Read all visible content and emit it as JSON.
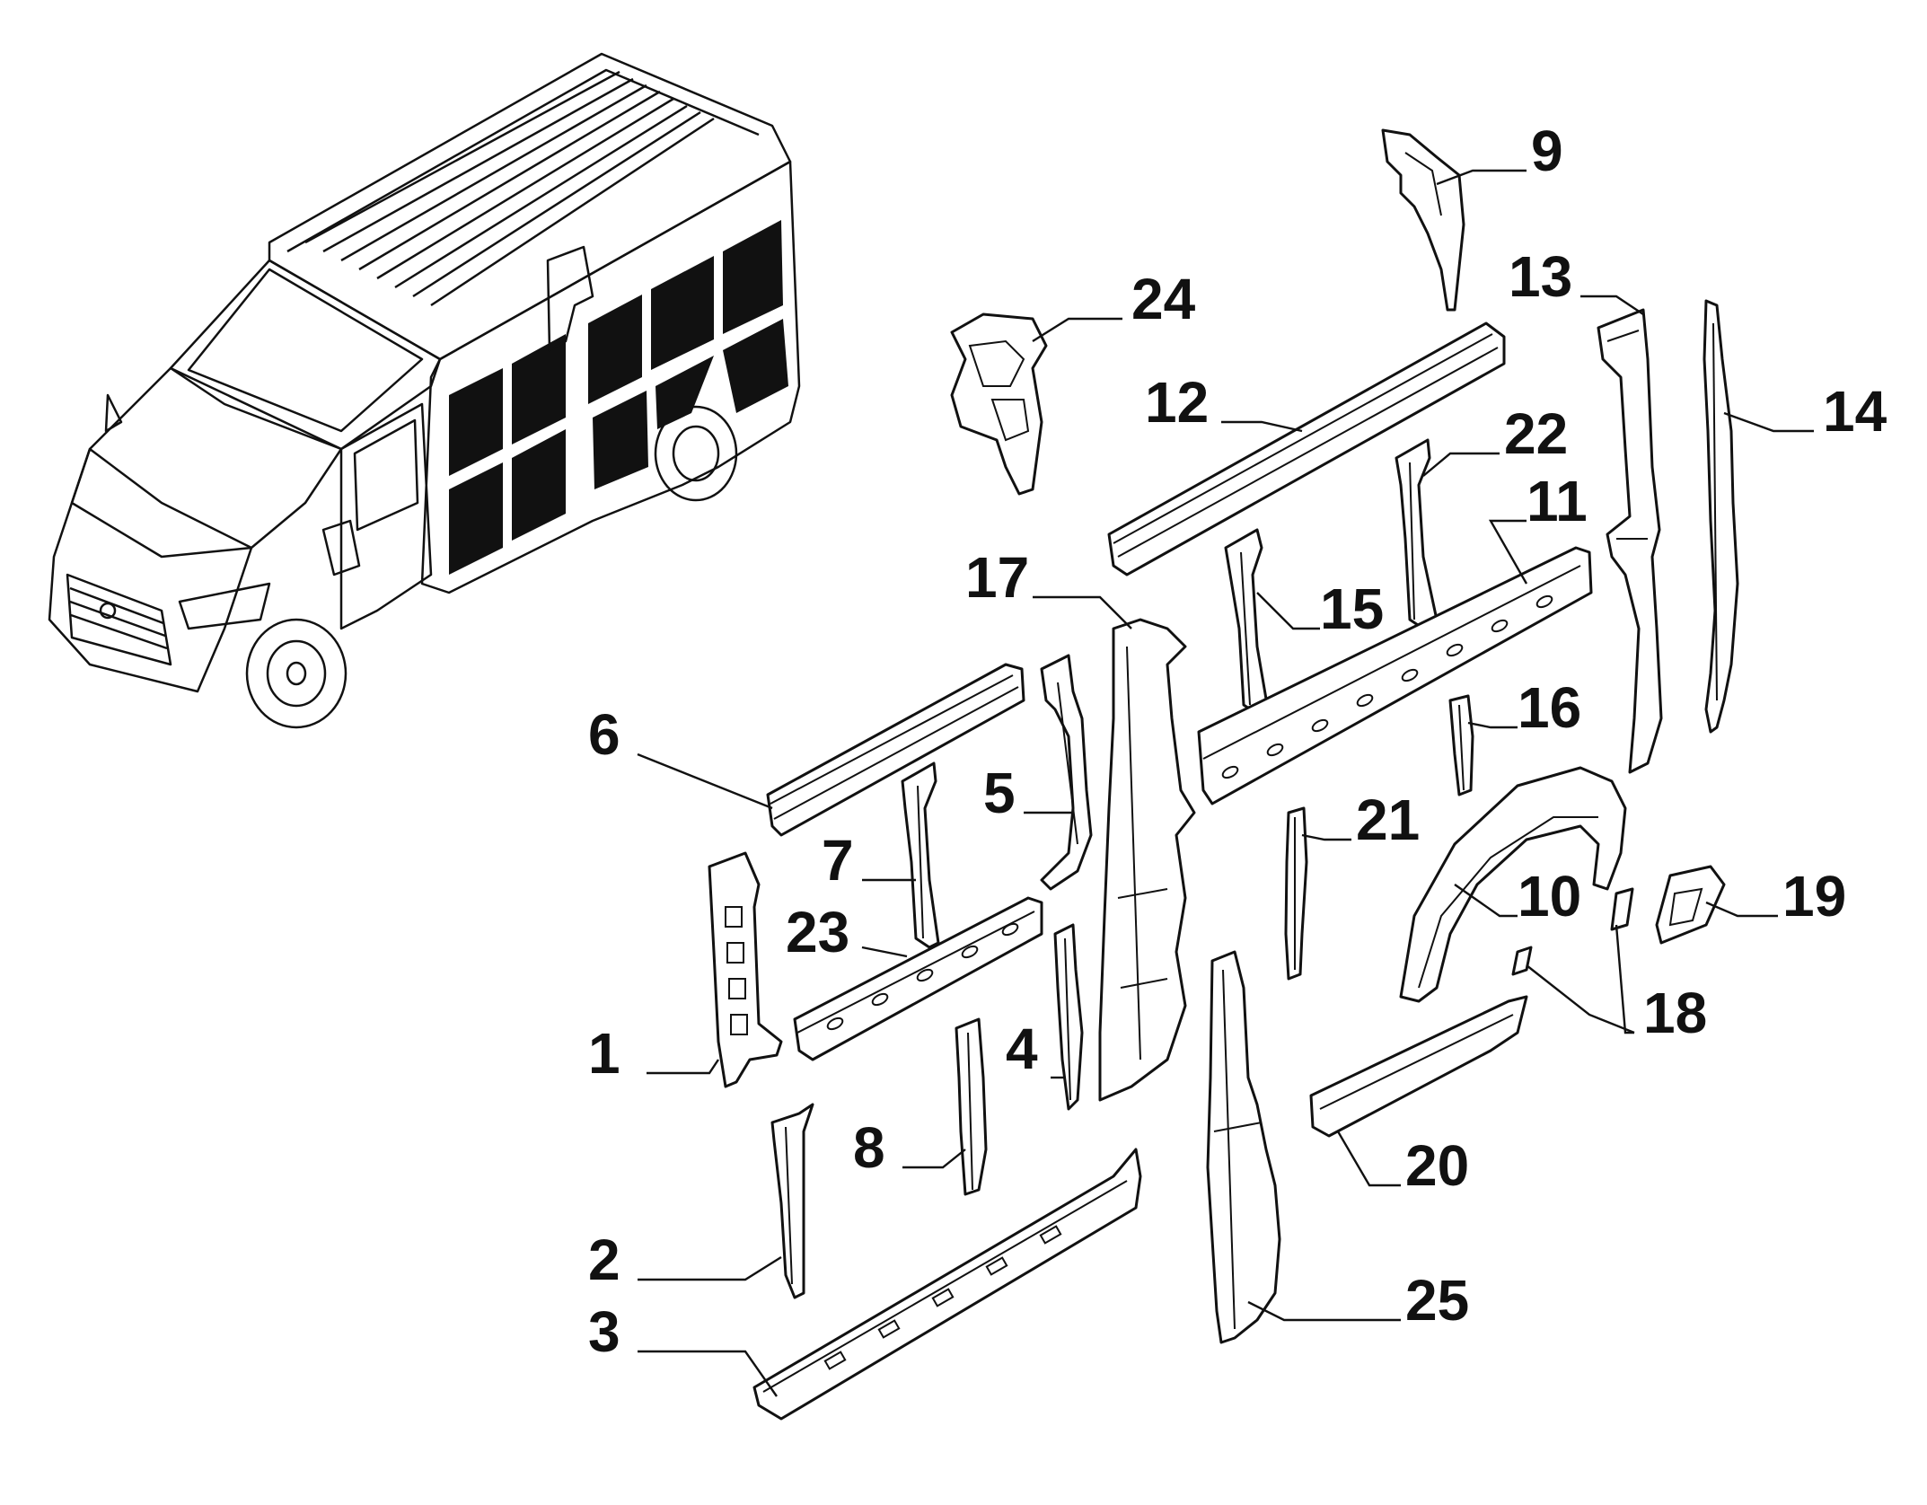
{
  "diagram": {
    "callouts": [
      {
        "id": "1",
        "label": "1"
      },
      {
        "id": "2",
        "label": "2"
      },
      {
        "id": "3",
        "label": "3"
      },
      {
        "id": "4",
        "label": "4"
      },
      {
        "id": "5",
        "label": "5"
      },
      {
        "id": "6",
        "label": "6"
      },
      {
        "id": "7",
        "label": "7"
      },
      {
        "id": "8",
        "label": "8"
      },
      {
        "id": "9",
        "label": "9"
      },
      {
        "id": "10",
        "label": "10"
      },
      {
        "id": "11",
        "label": "11"
      },
      {
        "id": "12",
        "label": "12"
      },
      {
        "id": "13",
        "label": "13"
      },
      {
        "id": "14",
        "label": "14"
      },
      {
        "id": "15",
        "label": "15"
      },
      {
        "id": "16",
        "label": "16"
      },
      {
        "id": "17",
        "label": "17"
      },
      {
        "id": "18",
        "label": "18"
      },
      {
        "id": "19",
        "label": "19"
      },
      {
        "id": "20",
        "label": "20"
      },
      {
        "id": "21",
        "label": "21"
      },
      {
        "id": "22",
        "label": "22"
      },
      {
        "id": "23",
        "label": "23"
      },
      {
        "id": "24",
        "label": "24"
      },
      {
        "id": "25",
        "label": "25"
      }
    ],
    "colors": {
      "ink": "#111111",
      "background": "#ffffff"
    },
    "icons": [
      "van-illustration"
    ]
  }
}
